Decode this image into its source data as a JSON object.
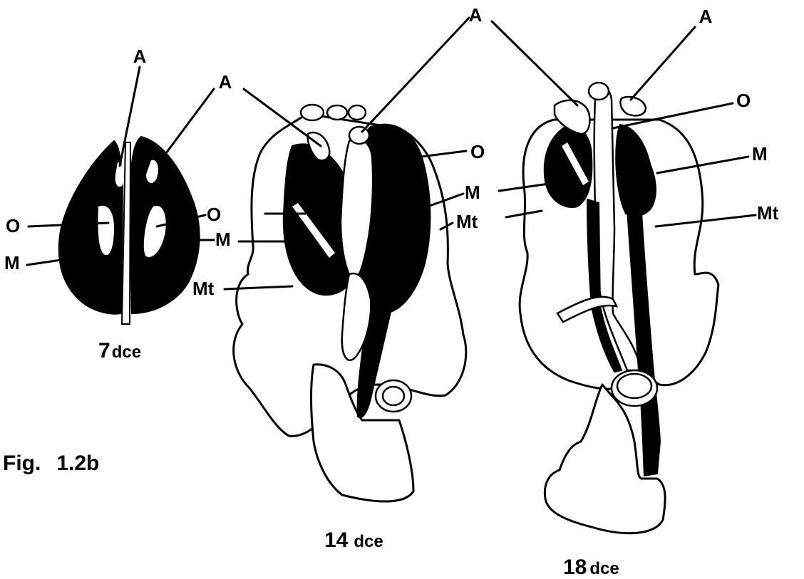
{
  "figure_label": {
    "prefix": "Fig.",
    "number": "1.2b"
  },
  "stages": [
    {
      "number": "7",
      "unit": "dce"
    },
    {
      "number": "14",
      "unit": "dce"
    },
    {
      "number": "18",
      "unit": "dce"
    }
  ],
  "labels": {
    "A": "A",
    "O": "O",
    "M": "M",
    "Mt": "Mt"
  }
}
